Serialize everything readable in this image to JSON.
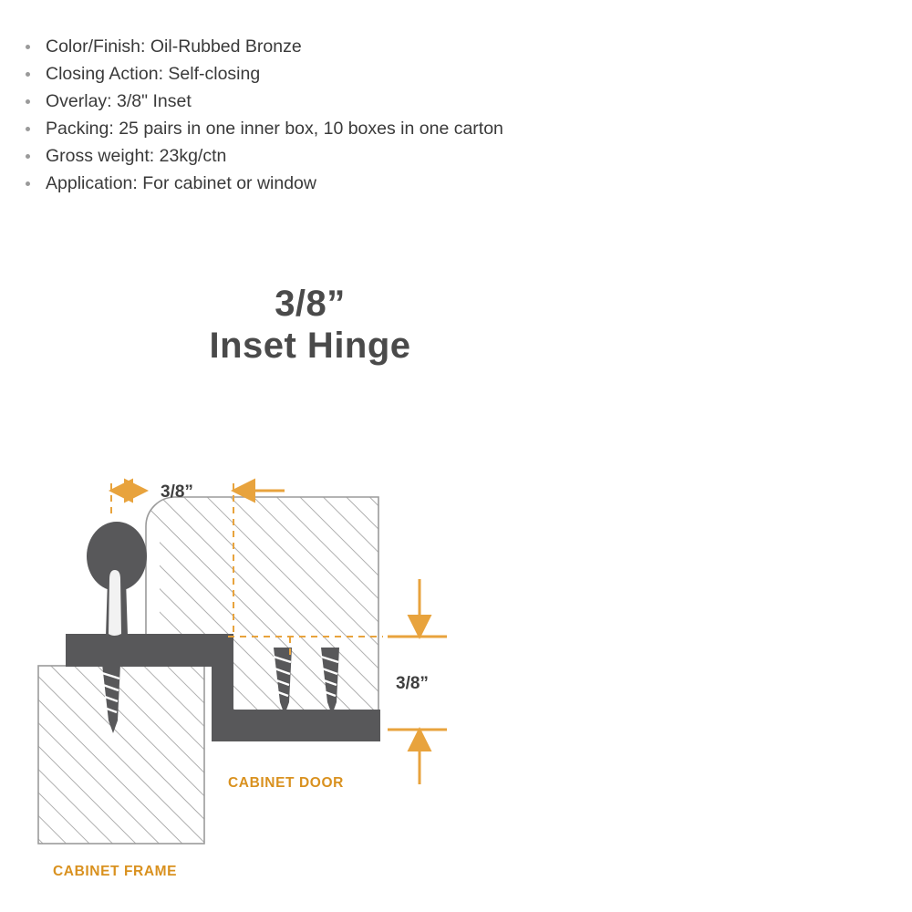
{
  "specs": {
    "items": [
      "Color/Finish: Oil-Rubbed Bronze",
      "Closing Action: Self-closing",
      "Overlay: 3/8\" Inset",
      "Packing: 25 pairs in one inner box, 10 boxes in one carton",
      "Gross weight: 23kg/ctn",
      "Application: For cabinet or window"
    ]
  },
  "diagram": {
    "title_line1": "3/8”",
    "title_line2": "Inset Hinge",
    "dimension_top": "3/8”",
    "dimension_right": "3/8”",
    "label_door": "CABINET DOOR",
    "label_frame": "CABINET FRAME",
    "colors": {
      "accent": "#E8A33D",
      "metal": "#5A5A5C",
      "hatch": "#8A8A8A",
      "text": "#3A3A3A"
    }
  }
}
